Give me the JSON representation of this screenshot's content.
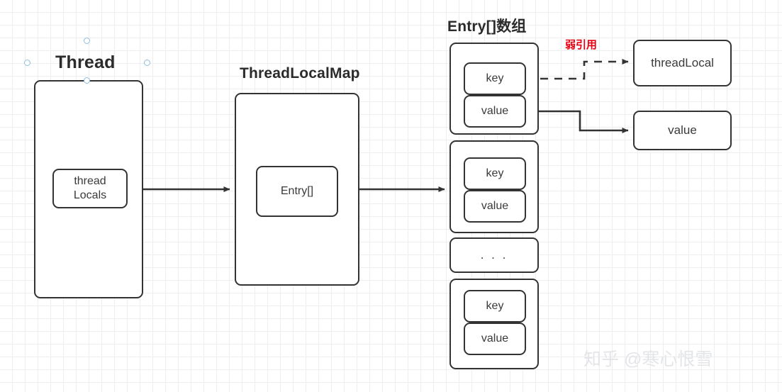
{
  "diagram": {
    "title": "ThreadLocal Entry[] structure",
    "colors": {
      "stroke": "#333333",
      "text": "#3a3a3a",
      "title": "#2b2b2b",
      "weak_ref": "#e60012",
      "handle": "#8fbde0",
      "watermark": "#e3e5e8",
      "grid_minor": "#eeeeee",
      "grid_major": "#e2e2e2",
      "canvas": "#ffffff"
    }
  },
  "titles": {
    "thread": "Thread",
    "thread_local_map": "ThreadLocalMap",
    "entry_array": "Entry[]数组"
  },
  "thread": {
    "inner_label_line1": "thread",
    "inner_label_line2": "Locals"
  },
  "thread_local_map": {
    "inner_label": "Entry[]"
  },
  "entry_array": {
    "cells": [
      {
        "key_label": "key",
        "value_label": "value",
        "kind": "entry"
      },
      {
        "key_label": "key",
        "value_label": "value",
        "kind": "entry"
      },
      {
        "ellipsis_label": ". . .",
        "kind": "ellipsis"
      },
      {
        "key_label": "key",
        "value_label": "value",
        "kind": "entry"
      }
    ]
  },
  "references": {
    "weak_ref_label": "弱引用",
    "thread_local_label": "threadLocal",
    "value_label": "value"
  },
  "watermark": {
    "text": "知乎 @寒心恨雪"
  },
  "selection_handles": {
    "count": 4,
    "shape": "circle"
  }
}
